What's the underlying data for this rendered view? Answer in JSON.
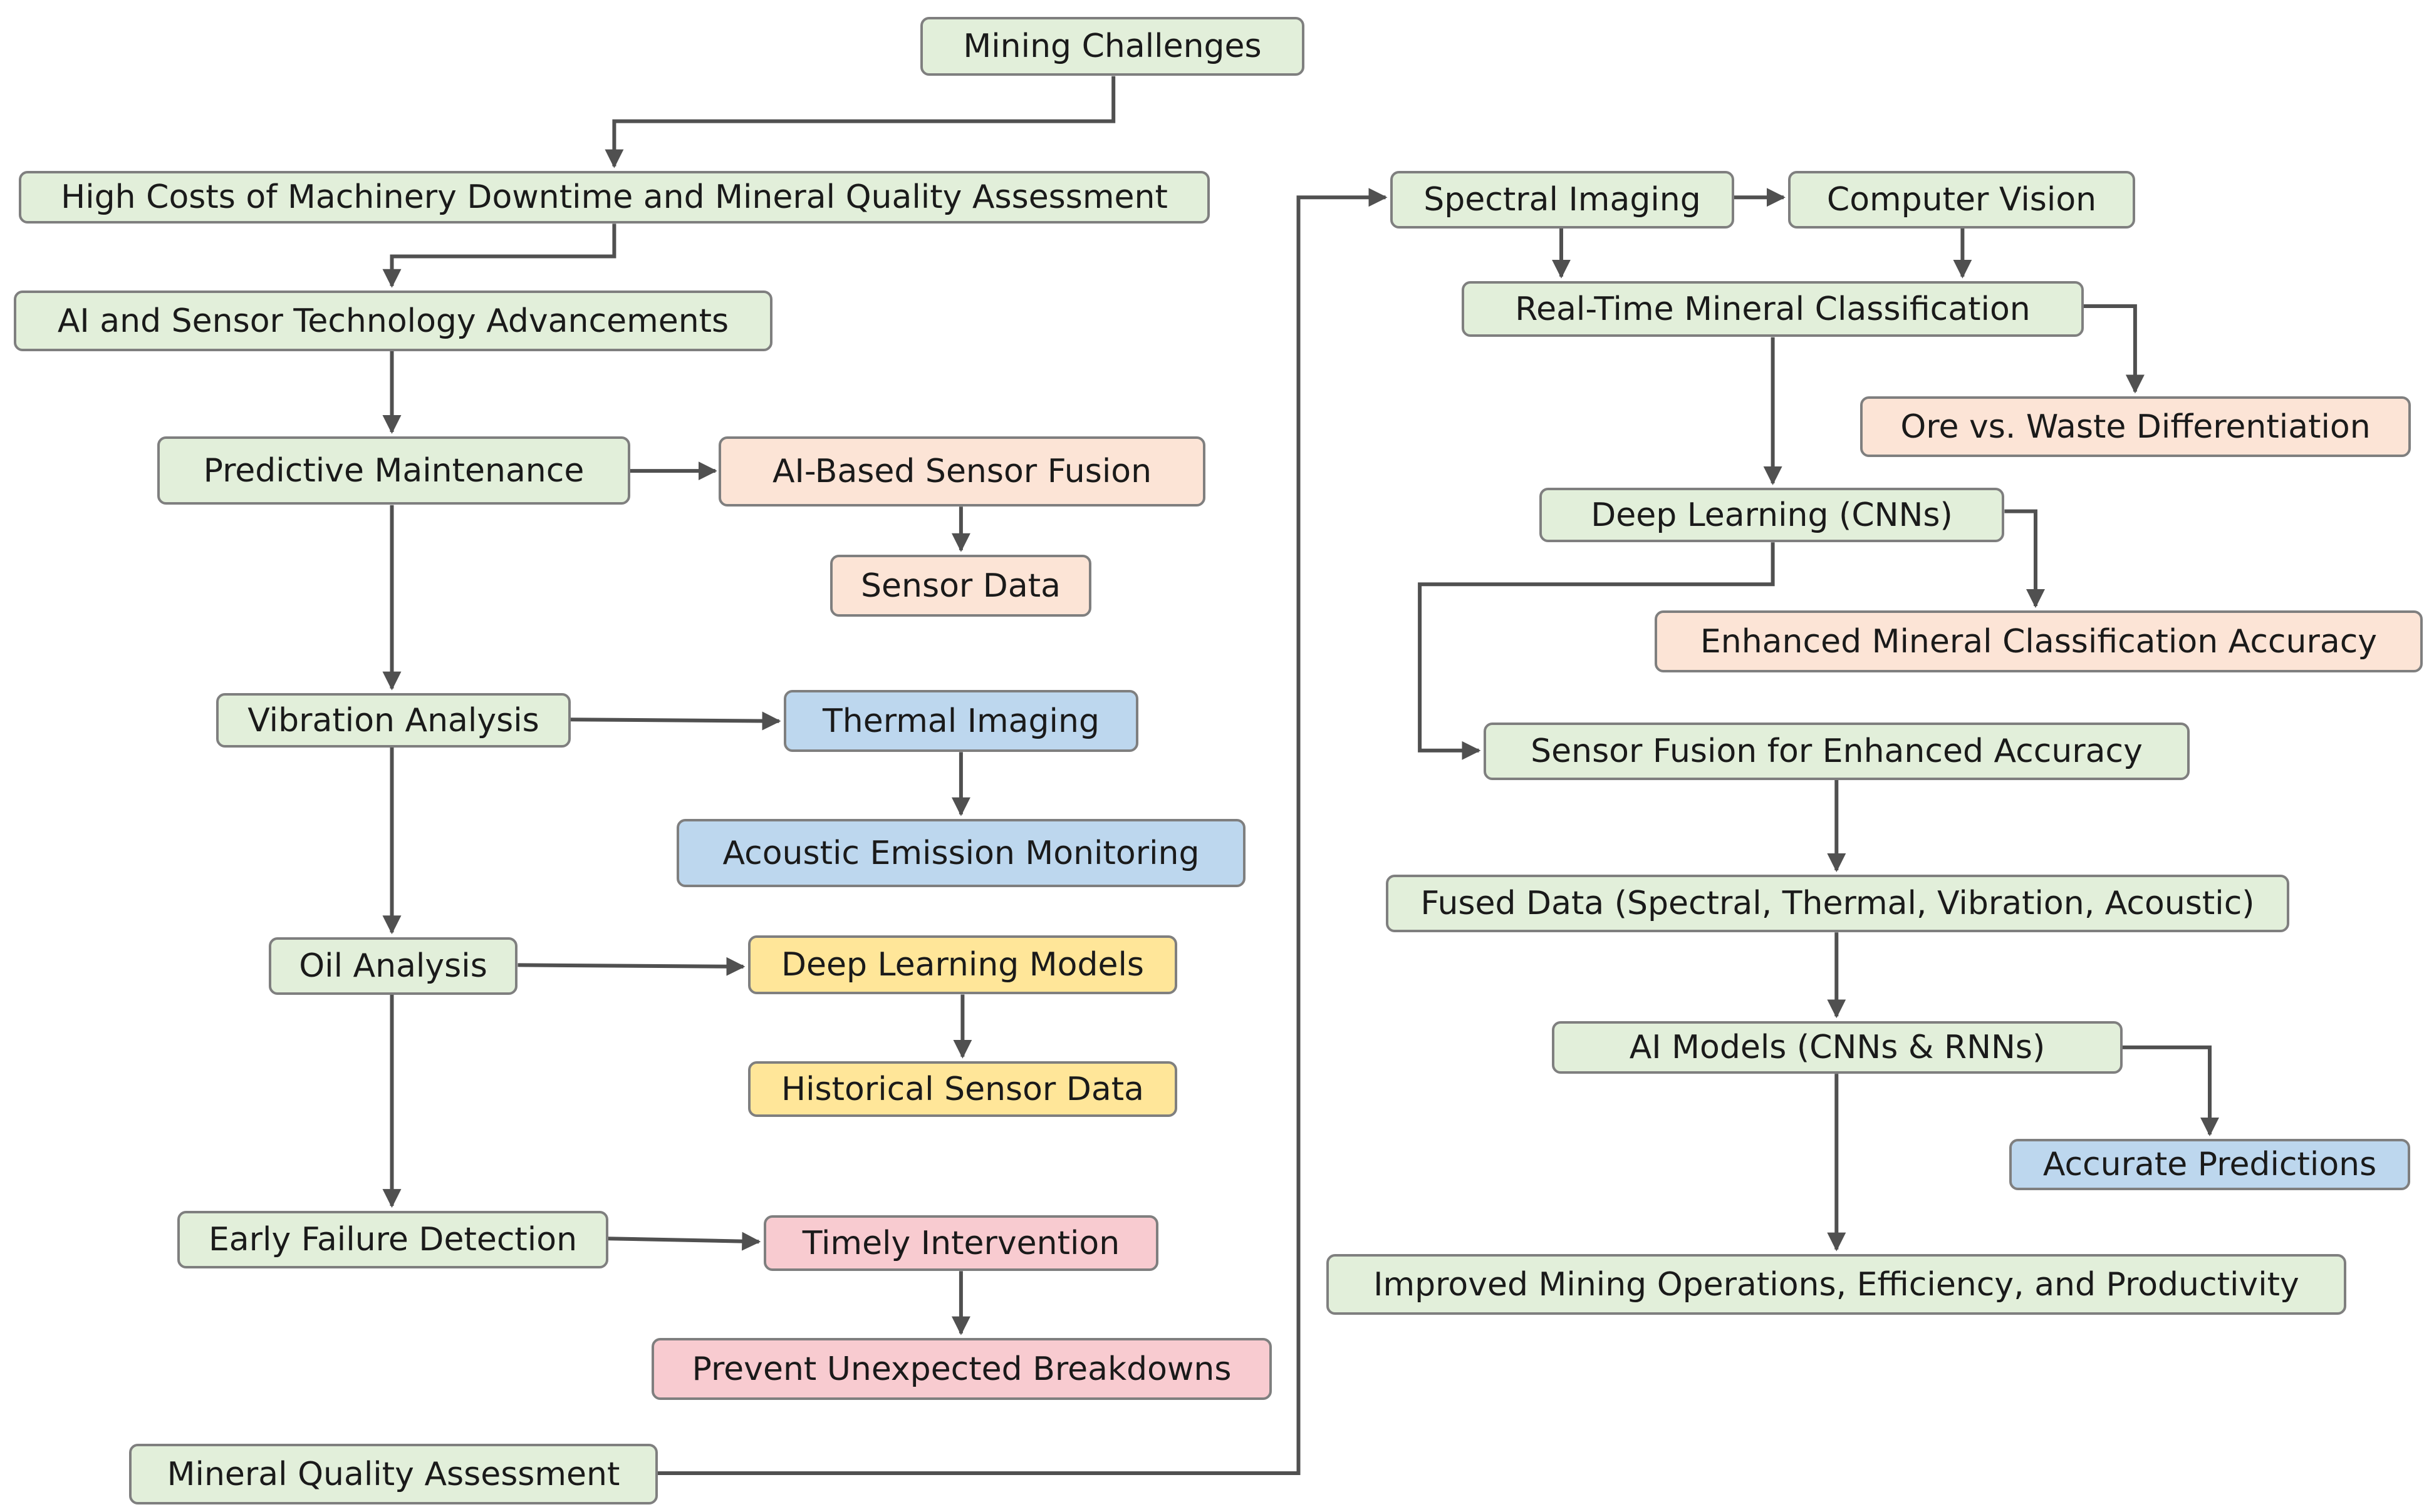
{
  "colors": {
    "green": "#e2efda",
    "peach": "#fce4d6",
    "blue": "#bdd7ee",
    "yellow": "#ffe699",
    "pink": "#f8cbd0",
    "border": "#7f7f7f",
    "arrow": "#505050"
  },
  "nodes": [
    {
      "id": "mining",
      "label": "Mining Challenges",
      "color": "green"
    },
    {
      "id": "highcosts",
      "label": "High Costs of Machinery Downtime and Mineral Quality Assessment",
      "color": "green"
    },
    {
      "id": "aisensor",
      "label": "AI and Sensor Technology Advancements",
      "color": "green"
    },
    {
      "id": "predictive",
      "label": "Predictive Maintenance",
      "color": "green"
    },
    {
      "id": "aifusion",
      "label": "AI-Based Sensor Fusion",
      "color": "peach"
    },
    {
      "id": "sensordata",
      "label": "Sensor Data",
      "color": "peach"
    },
    {
      "id": "vibration",
      "label": "Vibration Analysis",
      "color": "green"
    },
    {
      "id": "thermal",
      "label": "Thermal Imaging",
      "color": "blue"
    },
    {
      "id": "acoustic",
      "label": "Acoustic Emission Monitoring",
      "color": "blue"
    },
    {
      "id": "oil",
      "label": "Oil Analysis",
      "color": "green"
    },
    {
      "id": "dlmodels",
      "label": "Deep Learning Models",
      "color": "yellow"
    },
    {
      "id": "histdata",
      "label": "Historical Sensor Data",
      "color": "yellow"
    },
    {
      "id": "early",
      "label": "Early Failure Detection",
      "color": "green"
    },
    {
      "id": "timely",
      "label": "Timely Intervention",
      "color": "pink"
    },
    {
      "id": "prevent",
      "label": "Prevent Unexpected Breakdowns",
      "color": "pink"
    },
    {
      "id": "mineralqa",
      "label": "Mineral Quality Assessment",
      "color": "green"
    },
    {
      "id": "spectral",
      "label": "Spectral Imaging",
      "color": "green"
    },
    {
      "id": "vision",
      "label": "Computer Vision",
      "color": "green"
    },
    {
      "id": "realtime",
      "label": "Real-Time Mineral Classification",
      "color": "green"
    },
    {
      "id": "orewaste",
      "label": "Ore vs. Waste Differentiation",
      "color": "peach"
    },
    {
      "id": "deeplearn",
      "label": "Deep Learning (CNNs)",
      "color": "green"
    },
    {
      "id": "enhanced",
      "label": "Enhanced Mineral Classification Accuracy",
      "color": "peach"
    },
    {
      "id": "sensorfusion",
      "label": "Sensor Fusion for Enhanced Accuracy",
      "color": "green"
    },
    {
      "id": "fused",
      "label": "Fused Data (Spectral, Thermal, Vibration, Acoustic)",
      "color": "green"
    },
    {
      "id": "aimodels",
      "label": "AI Models (CNNs & RNNs)",
      "color": "green"
    },
    {
      "id": "accurate",
      "label": "Accurate Predictions",
      "color": "blue"
    },
    {
      "id": "improved",
      "label": "Improved Mining Operations, Efficiency, and Productivity",
      "color": "green"
    }
  ],
  "edges": [
    {
      "from": "mining",
      "to": "highcosts"
    },
    {
      "from": "highcosts",
      "to": "aisensor"
    },
    {
      "from": "aisensor",
      "to": "predictive"
    },
    {
      "from": "predictive",
      "to": "aifusion"
    },
    {
      "from": "aifusion",
      "to": "sensordata"
    },
    {
      "from": "predictive",
      "to": "vibration"
    },
    {
      "from": "vibration",
      "to": "thermal"
    },
    {
      "from": "thermal",
      "to": "acoustic"
    },
    {
      "from": "vibration",
      "to": "oil"
    },
    {
      "from": "oil",
      "to": "dlmodels"
    },
    {
      "from": "dlmodels",
      "to": "histdata"
    },
    {
      "from": "oil",
      "to": "early"
    },
    {
      "from": "early",
      "to": "timely"
    },
    {
      "from": "timely",
      "to": "prevent"
    },
    {
      "from": "mineralqa",
      "to": "spectral"
    },
    {
      "from": "spectral",
      "to": "vision"
    },
    {
      "from": "spectral",
      "to": "realtime"
    },
    {
      "from": "vision",
      "to": "realtime"
    },
    {
      "from": "realtime",
      "to": "orewaste"
    },
    {
      "from": "realtime",
      "to": "deeplearn"
    },
    {
      "from": "deeplearn",
      "to": "enhanced"
    },
    {
      "from": "deeplearn",
      "to": "sensorfusion"
    },
    {
      "from": "sensorfusion",
      "to": "fused"
    },
    {
      "from": "fused",
      "to": "aimodels"
    },
    {
      "from": "aimodels",
      "to": "accurate"
    },
    {
      "from": "aimodels",
      "to": "improved"
    }
  ]
}
